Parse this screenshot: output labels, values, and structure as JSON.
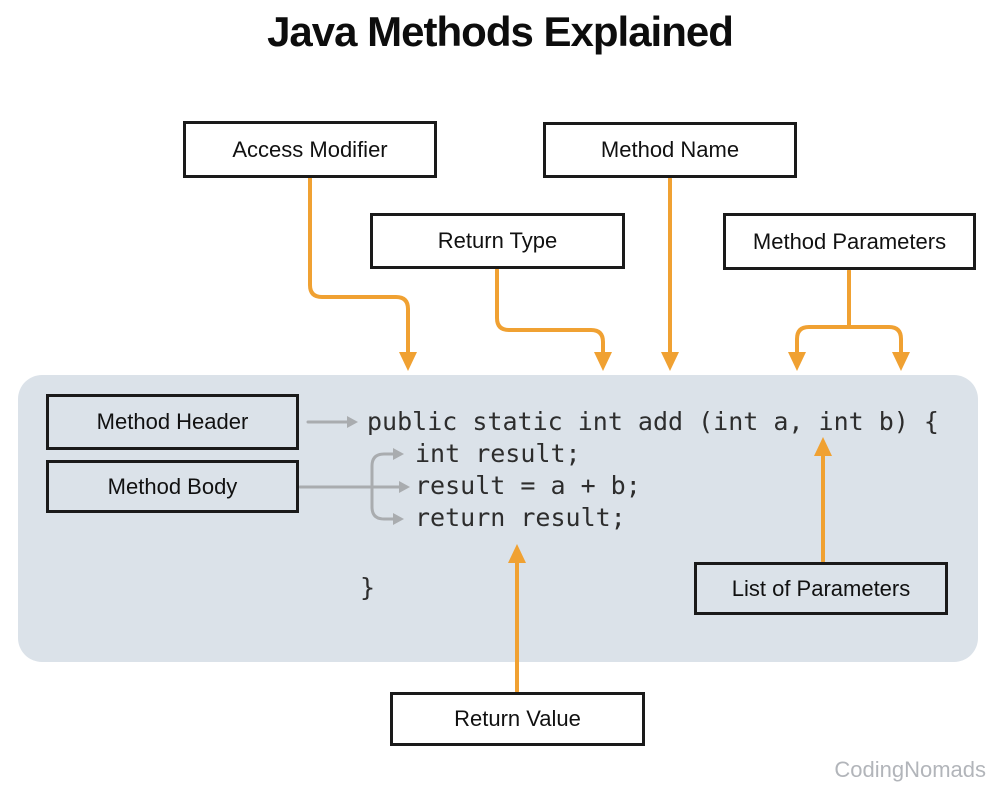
{
  "title": "Java Methods Explained",
  "watermark": "CodingNomads",
  "labels": {
    "access_modifier": "Access Modifier",
    "method_name": "Method Name",
    "return_type": "Return Type",
    "method_parameters": "Method Parameters",
    "method_header": "Method Header",
    "method_body": "Method Body",
    "list_of_parameters": "List of Parameters",
    "return_value": "Return Value"
  },
  "code": {
    "line1": "public static int add (int a, int b) {",
    "line2": "int result;",
    "line3": "result = a + b;",
    "line4": "return result;",
    "line5": "}"
  },
  "colors": {
    "arrow_orange": "#f0a132",
    "arrow_gray": "#a9acaf",
    "panel_bg": "#dbe2e9",
    "box_border": "#1a1a1a",
    "code_text": "#2d2d2d",
    "watermark_gray": "#b2b5ba"
  }
}
